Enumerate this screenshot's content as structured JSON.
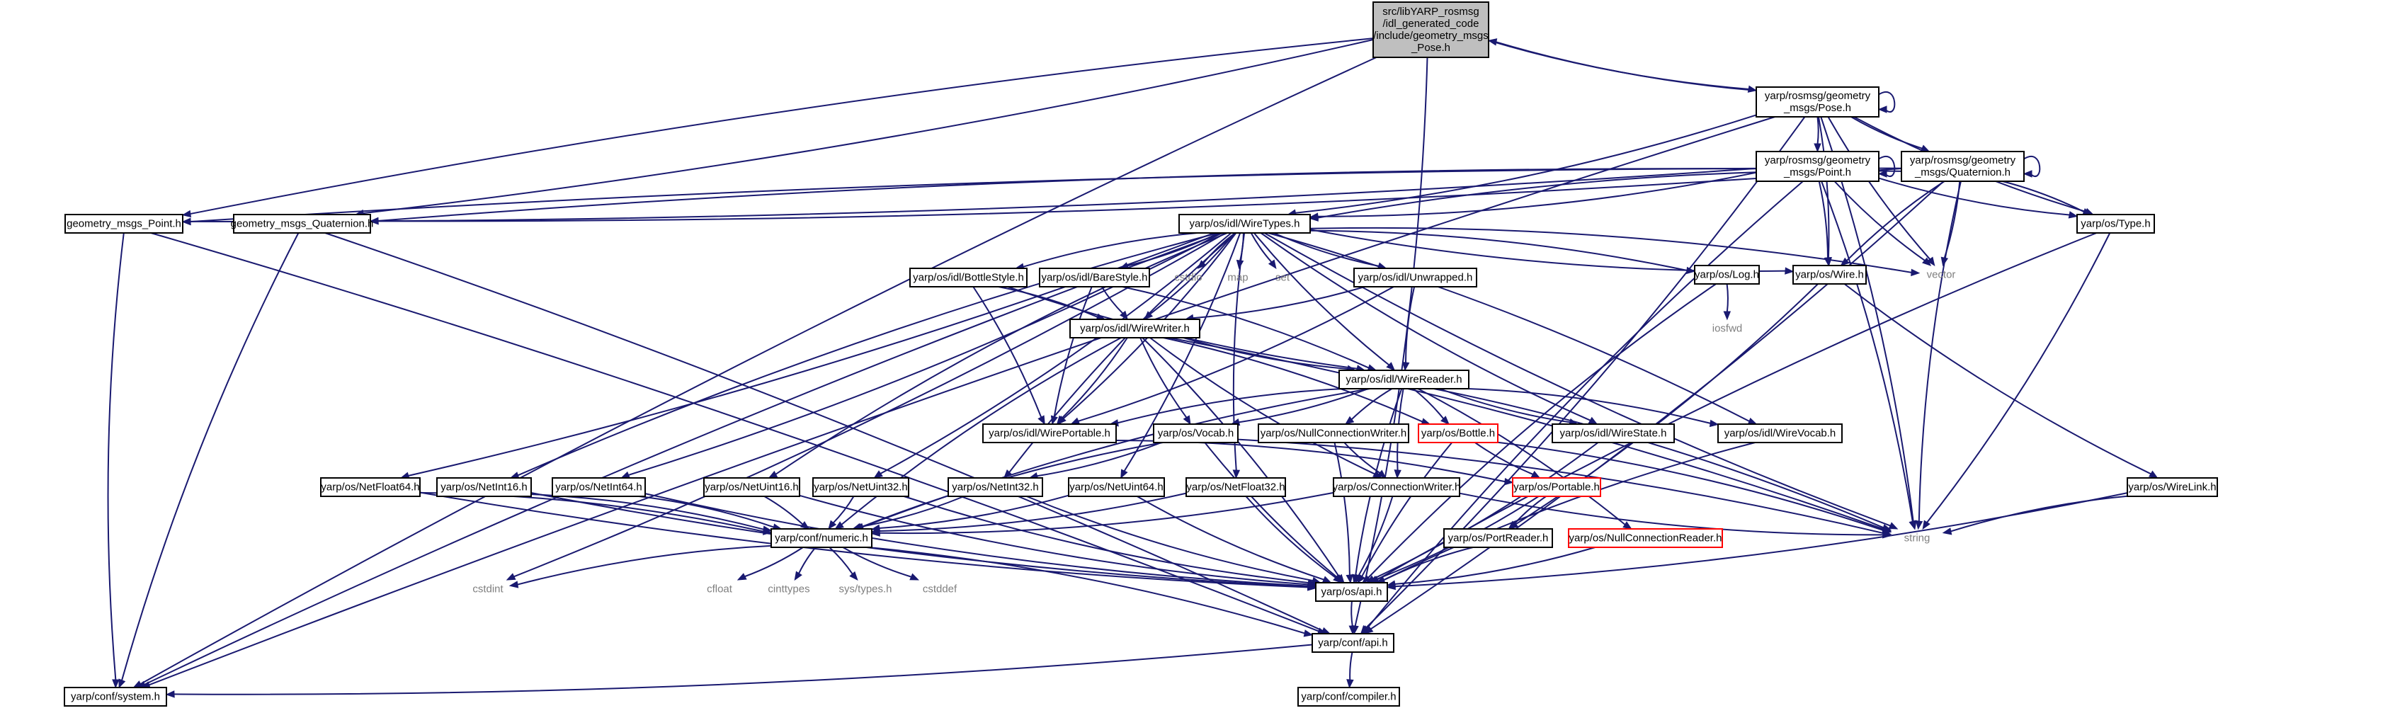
{
  "diagram": {
    "type": "include-dependency-graph",
    "edge_color": "#191970",
    "root_fill": "#bfbfbf",
    "red_border": "#ff0000",
    "external_text_color": "#7f7f7f",
    "nodes": [
      {
        "id": "pose_src",
        "kind": "root",
        "lines": [
          "src/libYARP_rosmsg",
          "/idl_generated_code",
          "/include/geometry_msgs",
          "_Pose.h"
        ]
      },
      {
        "id": "rosmsg_pose",
        "kind": "normal",
        "lines": [
          "yarp/rosmsg/geometry",
          "_msgs/Pose.h"
        ]
      },
      {
        "id": "rosmsg_point",
        "kind": "normal",
        "lines": [
          "yarp/rosmsg/geometry",
          "_msgs/Point.h"
        ]
      },
      {
        "id": "rosmsg_quat",
        "kind": "normal",
        "lines": [
          "yarp/rosmsg/geometry",
          "_msgs/Quaternion.h"
        ]
      },
      {
        "id": "gm_point",
        "kind": "normal",
        "lines": [
          "geometry_msgs_Point.h"
        ]
      },
      {
        "id": "gm_quat",
        "kind": "normal",
        "lines": [
          "geometry_msgs_Quaternion.h"
        ]
      },
      {
        "id": "wiretypes",
        "kind": "normal",
        "lines": [
          "yarp/os/idl/WireTypes.h"
        ]
      },
      {
        "id": "os_type",
        "kind": "normal",
        "lines": [
          "yarp/os/Type.h"
        ]
      },
      {
        "id": "os_wire",
        "kind": "normal",
        "lines": [
          "yarp/os/Wire.h"
        ]
      },
      {
        "id": "os_log",
        "kind": "normal",
        "lines": [
          "yarp/os/Log.h"
        ]
      },
      {
        "id": "bottlestyle",
        "kind": "normal",
        "lines": [
          "yarp/os/idl/BottleStyle.h"
        ]
      },
      {
        "id": "barestyle",
        "kind": "normal",
        "lines": [
          "yarp/os/idl/BareStyle.h"
        ]
      },
      {
        "id": "unwrapped",
        "kind": "normal",
        "lines": [
          "yarp/os/idl/Unwrapped.h"
        ]
      },
      {
        "id": "wirewriter",
        "kind": "normal",
        "lines": [
          "yarp/os/idl/WireWriter.h"
        ]
      },
      {
        "id": "wirereader",
        "kind": "normal",
        "lines": [
          "yarp/os/idl/WireReader.h"
        ]
      },
      {
        "id": "wireportable",
        "kind": "normal",
        "lines": [
          "yarp/os/idl/WirePortable.h"
        ]
      },
      {
        "id": "vocab",
        "kind": "normal",
        "lines": [
          "yarp/os/Vocab.h"
        ]
      },
      {
        "id": "nullconnwriter",
        "kind": "normal",
        "lines": [
          "yarp/os/NullConnectionWriter.h"
        ]
      },
      {
        "id": "bottle",
        "kind": "red",
        "lines": [
          "yarp/os/Bottle.h"
        ]
      },
      {
        "id": "wirestate",
        "kind": "normal",
        "lines": [
          "yarp/os/idl/WireState.h"
        ]
      },
      {
        "id": "wirevocab",
        "kind": "normal",
        "lines": [
          "yarp/os/idl/WireVocab.h"
        ]
      },
      {
        "id": "netfloat64",
        "kind": "normal",
        "lines": [
          "yarp/os/NetFloat64.h"
        ]
      },
      {
        "id": "netint16",
        "kind": "normal",
        "lines": [
          "yarp/os/NetInt16.h"
        ]
      },
      {
        "id": "netint64",
        "kind": "normal",
        "lines": [
          "yarp/os/NetInt64.h"
        ]
      },
      {
        "id": "netuint16",
        "kind": "normal",
        "lines": [
          "yarp/os/NetUint16.h"
        ]
      },
      {
        "id": "netuint32",
        "kind": "normal",
        "lines": [
          "yarp/os/NetUint32.h"
        ]
      },
      {
        "id": "netint32",
        "kind": "normal",
        "lines": [
          "yarp/os/NetInt32.h"
        ]
      },
      {
        "id": "netuint64",
        "kind": "normal",
        "lines": [
          "yarp/os/NetUint64.h"
        ]
      },
      {
        "id": "netfloat32",
        "kind": "normal",
        "lines": [
          "yarp/os/NetFloat32.h"
        ]
      },
      {
        "id": "connwriter",
        "kind": "normal",
        "lines": [
          "yarp/os/ConnectionWriter.h"
        ]
      },
      {
        "id": "portable",
        "kind": "red",
        "lines": [
          "yarp/os/Portable.h"
        ]
      },
      {
        "id": "wirelink",
        "kind": "normal",
        "lines": [
          "yarp/os/WireLink.h"
        ]
      },
      {
        "id": "portreader",
        "kind": "normal",
        "lines": [
          "yarp/os/PortReader.h"
        ]
      },
      {
        "id": "nullconnreader",
        "kind": "red",
        "lines": [
          "yarp/os/NullConnectionReader.h"
        ]
      },
      {
        "id": "numeric",
        "kind": "normal",
        "lines": [
          "yarp/conf/numeric.h"
        ]
      },
      {
        "id": "os_api",
        "kind": "normal",
        "lines": [
          "yarp/os/api.h"
        ]
      },
      {
        "id": "conf_api",
        "kind": "normal",
        "lines": [
          "yarp/conf/api.h"
        ]
      },
      {
        "id": "conf_system",
        "kind": "normal",
        "lines": [
          "yarp/conf/system.h"
        ]
      },
      {
        "id": "conf_compiler",
        "kind": "normal",
        "lines": [
          "yarp/conf/compiler.h"
        ]
      },
      {
        "id": "vector",
        "kind": "ext",
        "lines": [
          "vector"
        ]
      },
      {
        "id": "cstdio",
        "kind": "ext",
        "lines": [
          "cstdio"
        ]
      },
      {
        "id": "map",
        "kind": "ext",
        "lines": [
          "map"
        ]
      },
      {
        "id": "set",
        "kind": "ext",
        "lines": [
          "set"
        ]
      },
      {
        "id": "iosfwd",
        "kind": "ext",
        "lines": [
          "iosfwd"
        ]
      },
      {
        "id": "string",
        "kind": "ext",
        "lines": [
          "string"
        ]
      },
      {
        "id": "cstdint",
        "kind": "ext",
        "lines": [
          "cstdint"
        ]
      },
      {
        "id": "cfloat",
        "kind": "ext",
        "lines": [
          "cfloat"
        ]
      },
      {
        "id": "cinttypes",
        "kind": "ext",
        "lines": [
          "cinttypes"
        ]
      },
      {
        "id": "systypes",
        "kind": "ext",
        "lines": [
          "sys/types.h"
        ]
      },
      {
        "id": "cstddef",
        "kind": "ext",
        "lines": [
          "cstddef"
        ]
      }
    ],
    "edges": [
      [
        "pose_src",
        "rosmsg_pose"
      ],
      [
        "rosmsg_pose",
        "pose_src"
      ],
      [
        "pose_src",
        "gm_point"
      ],
      [
        "pose_src",
        "gm_quat"
      ],
      [
        "pose_src",
        "conf_system"
      ],
      [
        "pose_src",
        "conf_api"
      ],
      [
        "rosmsg_pose",
        "rosmsg_pose"
      ],
      [
        "rosmsg_pose",
        "rosmsg_point"
      ],
      [
        "rosmsg_pose",
        "rosmsg_quat"
      ],
      [
        "rosmsg_pose",
        "wiretypes"
      ],
      [
        "rosmsg_pose",
        "os_type"
      ],
      [
        "rosmsg_pose",
        "os_wire"
      ],
      [
        "rosmsg_pose",
        "vector"
      ],
      [
        "rosmsg_pose",
        "string"
      ],
      [
        "rosmsg_pose",
        "conf_system"
      ],
      [
        "rosmsg_pose",
        "conf_api"
      ],
      [
        "rosmsg_point",
        "rosmsg_point"
      ],
      [
        "rosmsg_point",
        "gm_point"
      ],
      [
        "rosmsg_point",
        "gm_quat"
      ],
      [
        "rosmsg_point",
        "wiretypes"
      ],
      [
        "rosmsg_point",
        "os_type"
      ],
      [
        "rosmsg_point",
        "os_wire"
      ],
      [
        "rosmsg_point",
        "vector"
      ],
      [
        "rosmsg_point",
        "string"
      ],
      [
        "rosmsg_point",
        "conf_api"
      ],
      [
        "rosmsg_quat",
        "rosmsg_quat"
      ],
      [
        "rosmsg_quat",
        "gm_point"
      ],
      [
        "rosmsg_quat",
        "gm_quat"
      ],
      [
        "rosmsg_quat",
        "wiretypes"
      ],
      [
        "rosmsg_quat",
        "os_type"
      ],
      [
        "rosmsg_quat",
        "os_wire"
      ],
      [
        "rosmsg_quat",
        "vector"
      ],
      [
        "rosmsg_quat",
        "string"
      ],
      [
        "rosmsg_quat",
        "conf_api"
      ],
      [
        "gm_point",
        "conf_system"
      ],
      [
        "gm_point",
        "conf_api"
      ],
      [
        "gm_quat",
        "conf_system"
      ],
      [
        "gm_quat",
        "conf_api"
      ],
      [
        "wiretypes",
        "conf_system"
      ],
      [
        "wiretypes",
        "cstdint"
      ],
      [
        "wiretypes",
        "bottlestyle"
      ],
      [
        "wiretypes",
        "barestyle"
      ],
      [
        "wiretypes",
        "unwrapped"
      ],
      [
        "wiretypes",
        "wirewriter"
      ],
      [
        "wiretypes",
        "wirereader"
      ],
      [
        "wiretypes",
        "wireportable"
      ],
      [
        "wiretypes",
        "wirestate"
      ],
      [
        "wiretypes",
        "wirevocab"
      ],
      [
        "wiretypes",
        "cstdio"
      ],
      [
        "wiretypes",
        "map"
      ],
      [
        "wiretypes",
        "set"
      ],
      [
        "wiretypes",
        "vector"
      ],
      [
        "wiretypes",
        "string"
      ],
      [
        "wiretypes",
        "os_log"
      ],
      [
        "wiretypes",
        "os_wire"
      ],
      [
        "wiretypes",
        "netfloat64"
      ],
      [
        "wiretypes",
        "netint16"
      ],
      [
        "wiretypes",
        "netint64"
      ],
      [
        "wiretypes",
        "netuint16"
      ],
      [
        "wiretypes",
        "netuint32"
      ],
      [
        "wiretypes",
        "netint32"
      ],
      [
        "wiretypes",
        "netuint64"
      ],
      [
        "wiretypes",
        "netfloat32"
      ],
      [
        "os_type",
        "string"
      ],
      [
        "os_type",
        "os_api"
      ],
      [
        "os_wire",
        "portreader"
      ],
      [
        "os_wire",
        "wirelink"
      ],
      [
        "os_log",
        "iosfwd"
      ],
      [
        "os_log",
        "os_api"
      ],
      [
        "bottlestyle",
        "wirewriter"
      ],
      [
        "bottlestyle",
        "wirereader"
      ],
      [
        "bottlestyle",
        "wireportable"
      ],
      [
        "barestyle",
        "wirewriter"
      ],
      [
        "barestyle",
        "wirereader"
      ],
      [
        "barestyle",
        "wireportable"
      ],
      [
        "unwrapped",
        "wirewriter"
      ],
      [
        "unwrapped",
        "wirereader"
      ],
      [
        "unwrapped",
        "wireportable"
      ],
      [
        "wirewriter",
        "wirereader"
      ],
      [
        "wirewriter",
        "wireportable"
      ],
      [
        "wirewriter",
        "vocab"
      ],
      [
        "wirewriter",
        "bottle"
      ],
      [
        "wirewriter",
        "numeric"
      ],
      [
        "wirewriter",
        "string"
      ],
      [
        "wirewriter",
        "connwriter"
      ],
      [
        "wirewriter",
        "os_api"
      ],
      [
        "wirereader",
        "wireportable"
      ],
      [
        "wirereader",
        "vocab"
      ],
      [
        "wirereader",
        "nullconnwriter"
      ],
      [
        "wirereader",
        "bottle"
      ],
      [
        "wirereader",
        "wirestate"
      ],
      [
        "wirereader",
        "wirevocab"
      ],
      [
        "wirereader",
        "numeric"
      ],
      [
        "wirereader",
        "string"
      ],
      [
        "wirereader",
        "connwriter"
      ],
      [
        "wirereader",
        "nullconnreader"
      ],
      [
        "wirereader",
        "os_api"
      ],
      [
        "wireportable",
        "portable"
      ],
      [
        "vocab",
        "numeric"
      ],
      [
        "vocab",
        "netint32"
      ],
      [
        "vocab",
        "os_api"
      ],
      [
        "vocab",
        "string"
      ],
      [
        "nullconnwriter",
        "connwriter"
      ],
      [
        "nullconnwriter",
        "os_api"
      ],
      [
        "bottle",
        "portable"
      ],
      [
        "bottle",
        "string"
      ],
      [
        "bottle",
        "os_api"
      ],
      [
        "wirestate",
        "os_api"
      ],
      [
        "wirevocab",
        "os_api"
      ],
      [
        "netfloat64",
        "numeric"
      ],
      [
        "netfloat64",
        "os_api"
      ],
      [
        "netint16",
        "numeric"
      ],
      [
        "netint16",
        "os_api"
      ],
      [
        "netint64",
        "numeric"
      ],
      [
        "netint64",
        "os_api"
      ],
      [
        "netuint16",
        "numeric"
      ],
      [
        "netuint16",
        "os_api"
      ],
      [
        "netuint32",
        "numeric"
      ],
      [
        "netuint32",
        "os_api"
      ],
      [
        "netint32",
        "numeric"
      ],
      [
        "netint32",
        "os_api"
      ],
      [
        "netuint64",
        "numeric"
      ],
      [
        "netuint64",
        "os_api"
      ],
      [
        "netfloat32",
        "numeric"
      ],
      [
        "netfloat32",
        "os_api"
      ],
      [
        "connwriter",
        "numeric"
      ],
      [
        "connwriter",
        "string"
      ],
      [
        "connwriter",
        "os_api"
      ],
      [
        "portable",
        "portreader"
      ],
      [
        "portable",
        "os_api"
      ],
      [
        "wirelink",
        "string"
      ],
      [
        "wirelink",
        "os_api"
      ],
      [
        "portreader",
        "os_api"
      ],
      [
        "nullconnreader",
        "os_api"
      ],
      [
        "numeric",
        "cstdint"
      ],
      [
        "numeric",
        "cfloat"
      ],
      [
        "numeric",
        "cinttypes"
      ],
      [
        "numeric",
        "systypes"
      ],
      [
        "numeric",
        "cstddef"
      ],
      [
        "numeric",
        "conf_api"
      ],
      [
        "os_api",
        "conf_api"
      ],
      [
        "conf_api",
        "conf_system"
      ],
      [
        "conf_api",
        "conf_compiler"
      ]
    ]
  }
}
